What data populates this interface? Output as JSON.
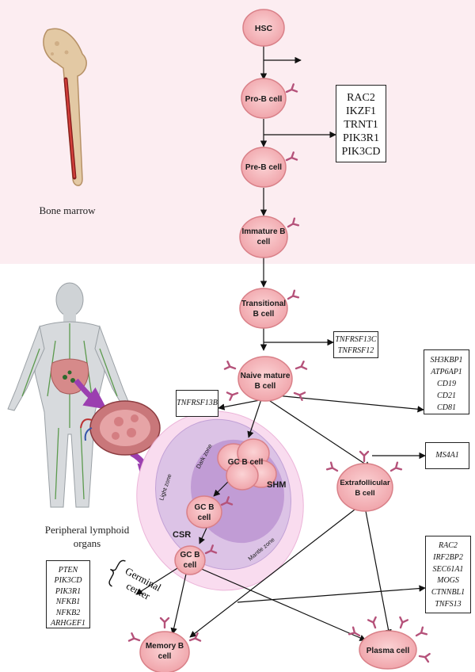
{
  "regions": {
    "bone_marrow": "Bone marrow",
    "lymphoid_line1": "Peripheral lymphoid",
    "lymphoid_line2": "organs"
  },
  "cells": {
    "hsc": "HSC",
    "pro_b": "Pro-B cell",
    "pre_b": "Pre-B cell",
    "immature_b_1": "Immature B",
    "immature_b_2": "cell",
    "transitional_1": "Transitional",
    "transitional_2": "B cell",
    "naive_1": "Naive mature",
    "naive_2": "B cell",
    "gc_dark": "GC B cell",
    "gc_mid_1": "GC B",
    "gc_mid_2": "cell",
    "gc_low_1": "GC B",
    "gc_low_2": "cell",
    "extra_1": "Extrafollicular",
    "extra_2": "B cell",
    "memory_1": "Memory B",
    "memory_2": "cell",
    "plasma": "Plasma cell"
  },
  "germinal": {
    "dark_zone": "Dark zone",
    "light_zone": "Light zone",
    "mantle_zone": "Mantle zone",
    "shm": "SHM",
    "csr": "CSR",
    "center_1": "Germinal",
    "center_2": "center"
  },
  "gene_boxes": {
    "pro_b_genes": [
      "RAC2",
      "IKZF1",
      "TRNT1",
      "PIK3R1",
      "PIK3CD"
    ],
    "transitional_genes": [
      "TNFRSF13C",
      "TNFRSF12"
    ],
    "naive_genes": [
      "SH3KBP1",
      "ATP6AP1",
      "CD19",
      "CD21",
      "CD81"
    ],
    "tnfrsf13b": "TNFRSF13B",
    "ms4a1": "MS4A1",
    "gc_genes": [
      "PTEN",
      "PIK3CD",
      "PIK3R1",
      "NFKB1",
      "NFKB2",
      "ARHGEF1"
    ],
    "plasma_genes": [
      "RAC2",
      "IRF2BP2",
      "SEC61A1",
      "MOGS",
      "CTNNBL1",
      "TNFS13"
    ]
  },
  "colors": {
    "bone_marrow_band": "#fcedf1",
    "cell_fill": "#f4b4b8",
    "cell_stroke": "#d98088",
    "receptor": "#b5527a",
    "follicle_outer": "#f7d3ea",
    "follicle_inner": "#c9a7d6",
    "arrow_purple": "#9b3fb0"
  }
}
